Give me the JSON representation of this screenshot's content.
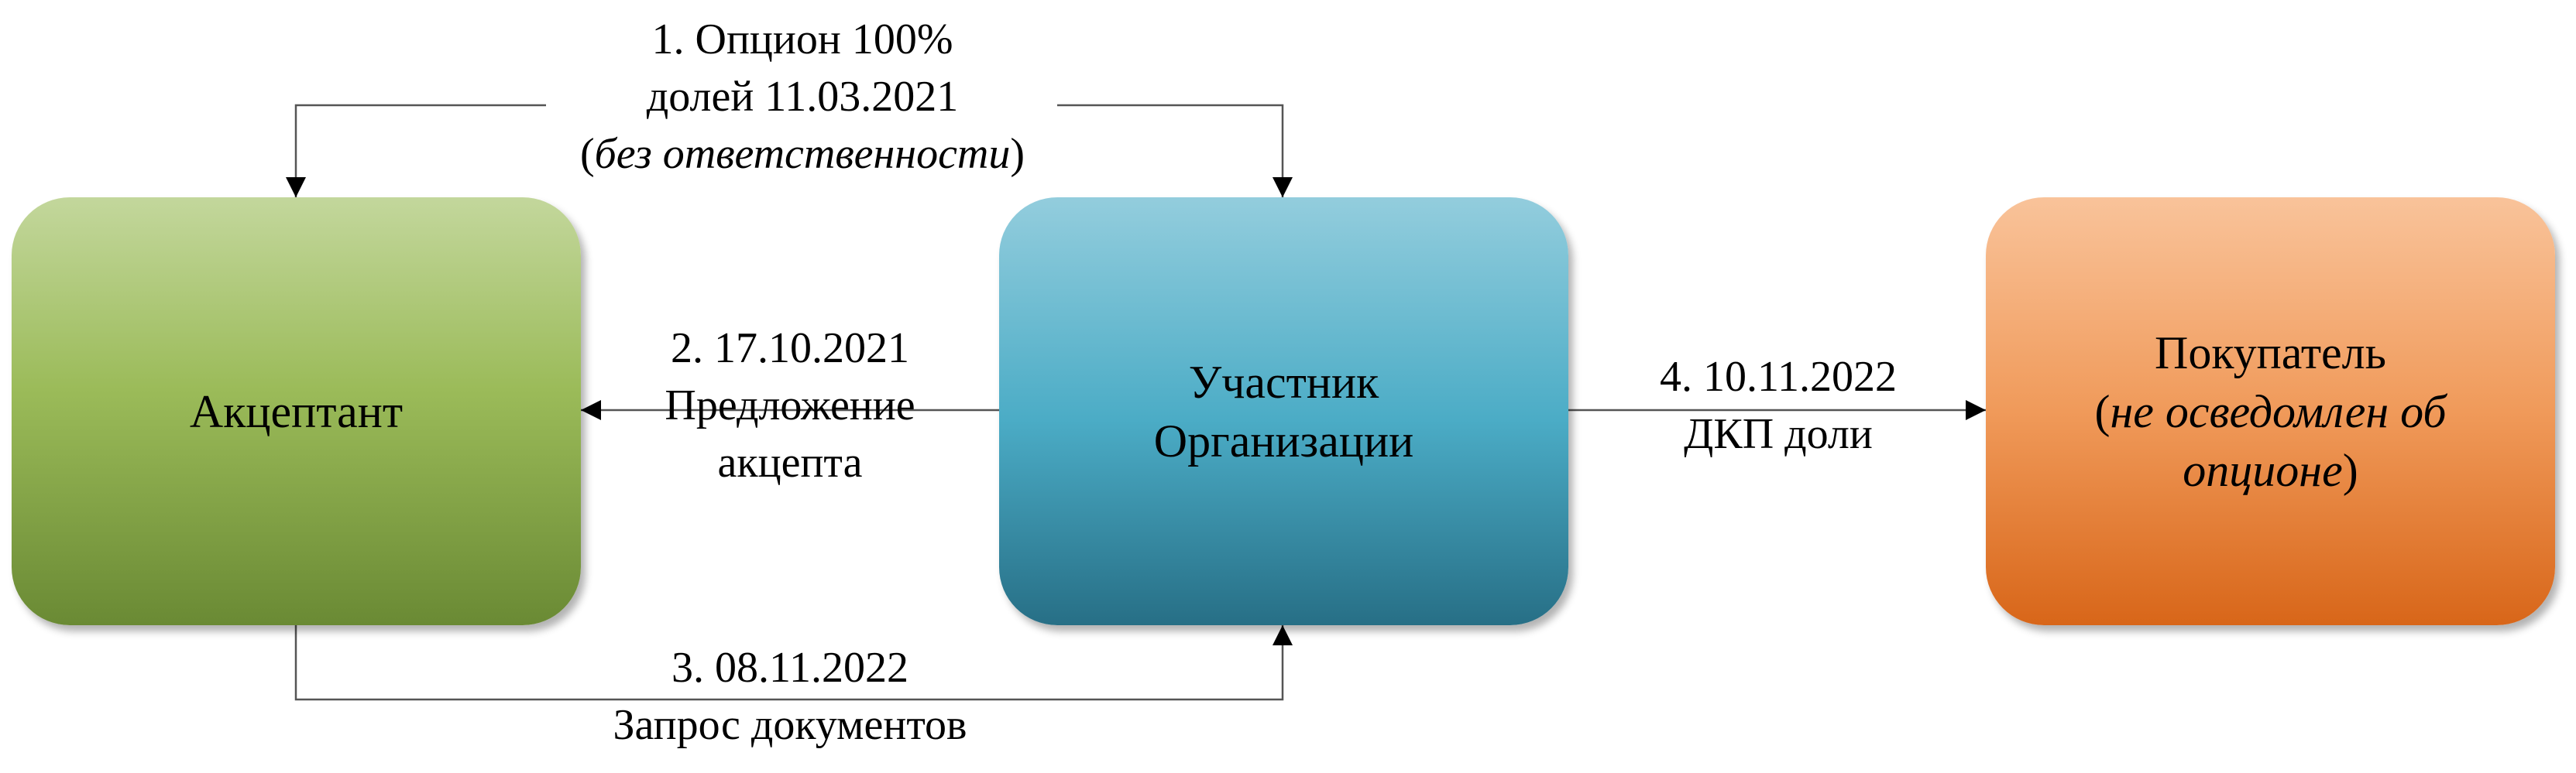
{
  "boxes": {
    "acceptor": {
      "text": "Акцептант"
    },
    "member": {
      "line1": "Участник",
      "line2": "Организации"
    },
    "buyer": {
      "line1": "Покупатель",
      "paren_open": "(",
      "italic1": "не осведомлен об",
      "italic2": "опционе",
      "paren_close": ")"
    }
  },
  "arrows": {
    "step1": {
      "line1": "1. Опцион 100%",
      "line2": "долей 11.03.2021",
      "paren_open": "(",
      "italic": "без ответственности",
      "paren_close": ")"
    },
    "step2": {
      "line1": "2. 17.10.2021",
      "line2": "Предложение",
      "line3": "акцепта"
    },
    "step3": {
      "line1": "3. 08.11.2022",
      "line2": "Запрос документов"
    },
    "step4": {
      "line1": "4. 10.11.2022",
      "line2": "ДКП доли"
    }
  },
  "colors": {
    "acceptor_box": "#9bbb59",
    "member_box": "#4bacc6",
    "buyer_box": "#f79646",
    "connector": "#555555"
  }
}
